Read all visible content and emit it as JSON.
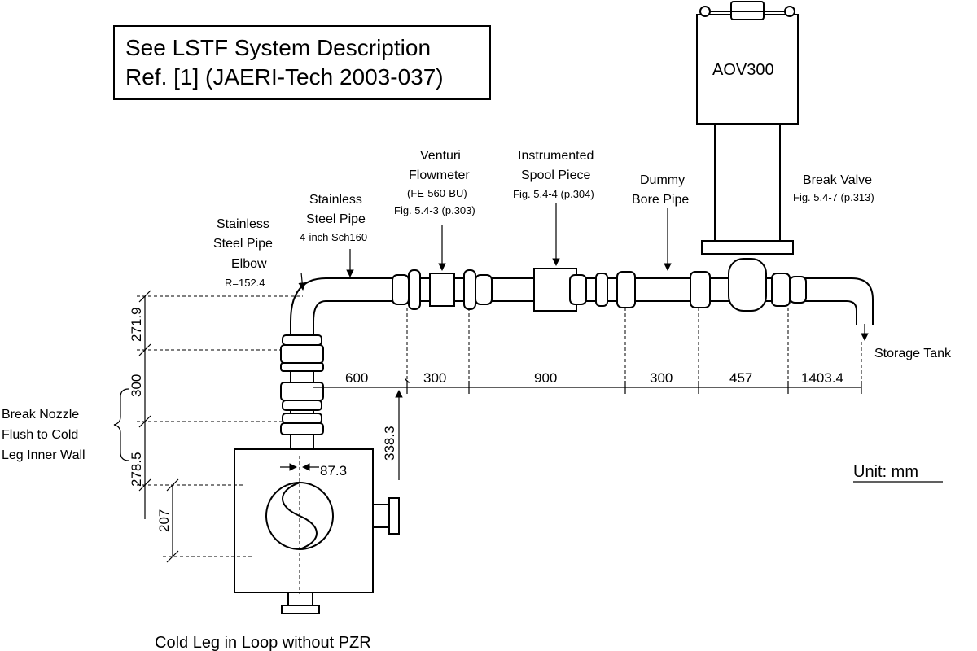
{
  "reference_box": {
    "line1": "See LSTF System Description",
    "line2": "Ref. [1] (JAERI-Tech 2003-037)"
  },
  "valve_actuator_label": "AOV300",
  "labels": {
    "elbow": {
      "l1": "Stainless",
      "l2": "Steel Pipe",
      "l3": "Elbow",
      "l4": "R=152.4"
    },
    "pipe": {
      "l1": "Stainless",
      "l2": "Steel Pipe",
      "l3": "4-inch Sch160"
    },
    "venturi": {
      "l1": "Venturi",
      "l2": "Flowmeter",
      "l3": "(FE-560-BU)",
      "l4": "Fig. 5.4-3 (p.303)"
    },
    "spool": {
      "l1": "Instrumented",
      "l2": "Spool Piece",
      "l3": "Fig. 5.4-4 (p.304)"
    },
    "dummy": {
      "l1": "Dummy",
      "l2": "Bore Pipe"
    },
    "break_valve": {
      "l1": "Break Valve",
      "l2": "Fig. 5.4-7 (p.313)"
    },
    "storage_tank": "Storage Tank",
    "break_nozzle": {
      "l1": "Break Nozzle",
      "l2": "Flush to Cold",
      "l3": "Leg Inner Wall"
    },
    "unit": "Unit: mm",
    "caption": "Cold Leg in Loop without PZR"
  },
  "dimensions": {
    "horizontal": [
      "600",
      "300",
      "900",
      "300",
      "457",
      "1403.4"
    ],
    "vertical": [
      "271.9",
      "300",
      "278.5",
      "207"
    ],
    "riser_height": "338.3",
    "nozzle_offset": "87.3"
  }
}
